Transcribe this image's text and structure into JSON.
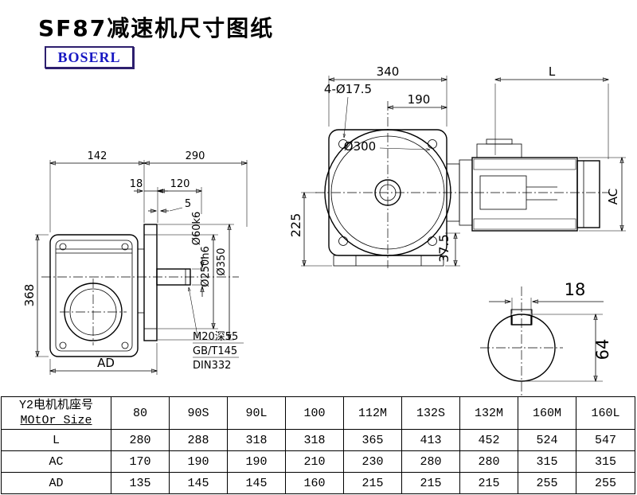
{
  "page_title": "SF87减速机尺寸图纸",
  "logo_text": "BOSERL",
  "drawing": {
    "left": {
      "w142": "142",
      "w290": "290",
      "t18": "18",
      "t120": "120",
      "t5": "5",
      "h368": "368",
      "ad": "AD",
      "shaft_dia": "Ø60k6",
      "hub_dia": "Ø250h6",
      "flange_dia": "Ø350",
      "tap_note": "M20深55",
      "std1": "GB/T145",
      "std2": "DIN332"
    },
    "right": {
      "w340": "340",
      "l": "L",
      "holes": "4-Ø17.5",
      "w190": "190",
      "dia300": "Ø300",
      "h225": "225",
      "h375": "37.5",
      "ac": "AC"
    },
    "shaft": {
      "key_w": "18",
      "dia": "64"
    }
  },
  "table": {
    "size_label_zh": "Y2电机机座号",
    "size_label_en": "MOtOr Size",
    "columns": [
      "80",
      "90S",
      "90L",
      "100",
      "112M",
      "132S",
      "132M",
      "160M",
      "160L"
    ],
    "rows": [
      {
        "label": "L",
        "values": [
          "280",
          "288",
          "318",
          "318",
          "365",
          "413",
          "452",
          "524",
          "547"
        ]
      },
      {
        "label": "AC",
        "values": [
          "170",
          "190",
          "190",
          "210",
          "230",
          "280",
          "280",
          "315",
          "315"
        ]
      },
      {
        "label": "AD",
        "values": [
          "135",
          "145",
          "145",
          "160",
          "215",
          "215",
          "215",
          "255",
          "255"
        ]
      }
    ]
  }
}
